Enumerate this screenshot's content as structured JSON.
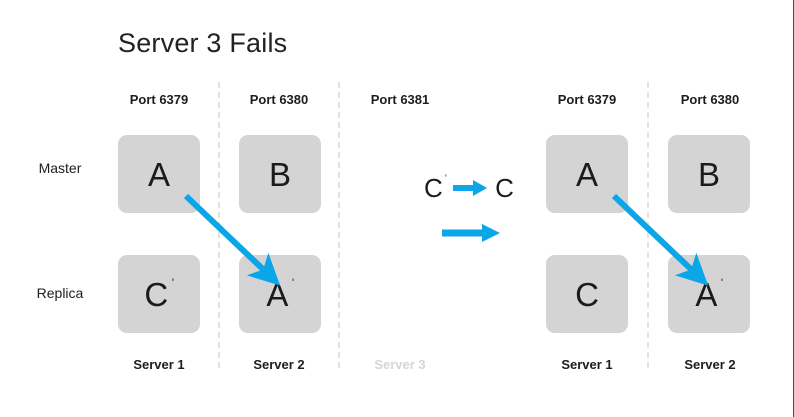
{
  "slide": {
    "title": "Server 3 Fails",
    "background_color": "#ffffff",
    "accent_color": "#0aa6e8",
    "node_color": "#d4d4d4",
    "faded_color": "#d6d6d6"
  },
  "row_labels": {
    "master": "Master",
    "replica": "Replica"
  },
  "columns": [
    {
      "port": "Port 6379",
      "server": "Server 1",
      "faded": false
    },
    {
      "port": "Port 6380",
      "server": "Server 2",
      "faded": false
    },
    {
      "port": "Port 6381",
      "server": "Server 3",
      "faded": true
    },
    {
      "port": "Port 6379",
      "server": "Server 1",
      "faded": false
    },
    {
      "port": "Port 6380",
      "server": "Server 2",
      "faded": false
    }
  ],
  "nodes": {
    "left_master_1": {
      "letter": "A",
      "prime": ""
    },
    "left_master_2": {
      "letter": "B",
      "prime": ""
    },
    "left_replica_1": {
      "letter": "C",
      "prime": "ˈ"
    },
    "left_replica_2": {
      "letter": "A",
      "prime": "ˈ"
    },
    "right_master_1": {
      "letter": "A",
      "prime": ""
    },
    "right_master_2": {
      "letter": "B",
      "prime": ""
    },
    "right_replica_1": {
      "letter": "C",
      "prime": ""
    },
    "right_replica_2": {
      "letter": "A",
      "prime": "ˈ"
    }
  },
  "legend": {
    "from_letter": "C",
    "from_prime": "ˈ",
    "to_letter": "C",
    "arrow_icon": "right-arrow-icon",
    "plain_arrow_icon": "right-arrow-icon"
  }
}
